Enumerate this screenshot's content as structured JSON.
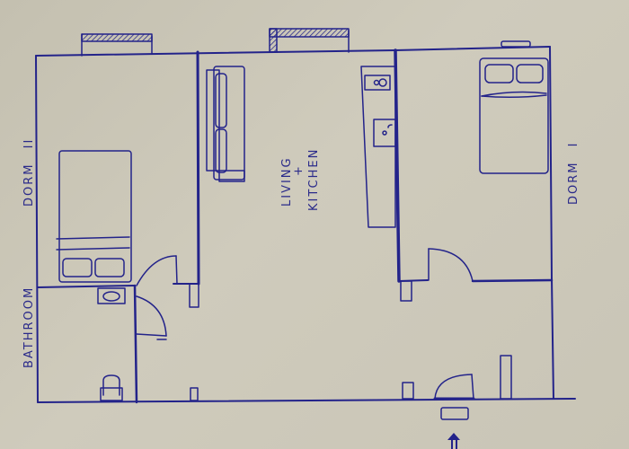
{
  "title": "Hand-drawn apartment floor plan",
  "ink_color": "#23238a",
  "paper_color": "#cbc7b8",
  "rooms": [
    {
      "id": "dorm-2",
      "label": "DORM",
      "numeral": "II"
    },
    {
      "id": "bathroom",
      "label": "BATHROOM"
    },
    {
      "id": "living-kitchen",
      "label_line1": "LIVING",
      "label_plus": "+",
      "label_line2": "KITCHEN"
    },
    {
      "id": "dorm-1",
      "label": "DORM",
      "numeral": "I"
    }
  ],
  "entrance": {
    "symbol": "arrow-up"
  }
}
